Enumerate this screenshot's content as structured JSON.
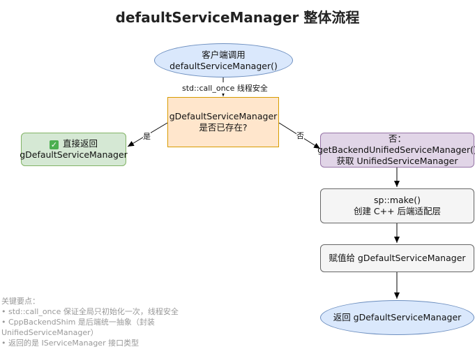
{
  "title": "defaultServiceManager 整体流程",
  "nodes": {
    "start": {
      "line1": "客户端调用",
      "line2": "defaultServiceManager()"
    },
    "check": {
      "line1": "gDefaultServiceManager",
      "line2": "是否已存在?"
    },
    "direct": {
      "line1": "直接返回",
      "line2": "gDefaultServiceManager"
    },
    "get_backend": {
      "line1": "否：",
      "line2": "getBackendUnifiedServiceManager()",
      "line3": "获取 UnifiedServiceManager"
    },
    "make": {
      "line1": "sp::make()",
      "line2": "创建 C++ 后端适配层"
    },
    "assign": {
      "line1": "赋值给 gDefaultServiceManager"
    },
    "return": {
      "line1": "返回 gDefaultServiceManager"
    }
  },
  "edge_labels": {
    "call_once": "std::call_once 线程安全",
    "yes": "是",
    "no": "否"
  },
  "notes": {
    "heading": "关键要点：",
    "lines": [
      "• std::call_once 保证全局只初始化一次，线程安全",
      "• CppBackendShim 是后端统一抽象（封装",
      "UnifiedServiceManager）",
      "• 返回的是 IServiceManager 接口类型"
    ]
  },
  "colors": {
    "ellipse_fill": "#dae8fc",
    "ellipse_stroke": "#6c8ebf",
    "decision_fill": "#ffe6cc",
    "decision_stroke": "#d79b00",
    "success_fill": "#d5e8d4",
    "success_stroke": "#82b366",
    "purple_fill": "#e1d5e7",
    "purple_stroke": "#9673a6",
    "gray_fill": "#f5f5f5",
    "gray_stroke": "#666666",
    "note_text": "#999999"
  },
  "icons": {
    "direct_return": "check-icon"
  }
}
